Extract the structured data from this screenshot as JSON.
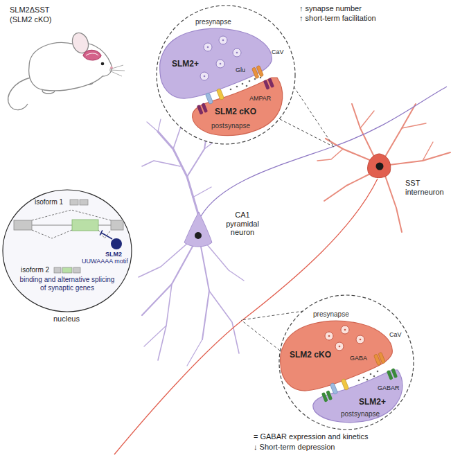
{
  "diagram": {
    "nodes": [
      {
        "text": [
          "presynapse",
          "SLM2+"
        ]
      },
      {
        "text": [
          "SLM2 cKO",
          "postsynapse"
        ]
      },
      {
        "text": [
          "binding and alternative splicing of synaptic genes",
          "nucleus"
        ]
      },
      {
        "text": [
          "presynapse",
          "SLM2 cKO"
        ]
      },
      {
        "text": [
          "SLM2+",
          "postsynapse"
        ]
      }
    ],
    "labels": [
      "SLM2ΔSST",
      "(SLM2 cKO)",
      "CaV",
      "Glu",
      "AMPAR",
      "↑ synapse number",
      "↑ short-term facilitation",
      "isoform 1",
      "SLM2",
      "UUWAAAA motif",
      "isoform 2",
      "CA1 pyramidal neuron",
      "SST interneuron",
      "CaV",
      "GABA",
      "GABAR",
      "= GABAR expression and kinetics",
      "↓ Short-term depression"
    ]
  }
}
